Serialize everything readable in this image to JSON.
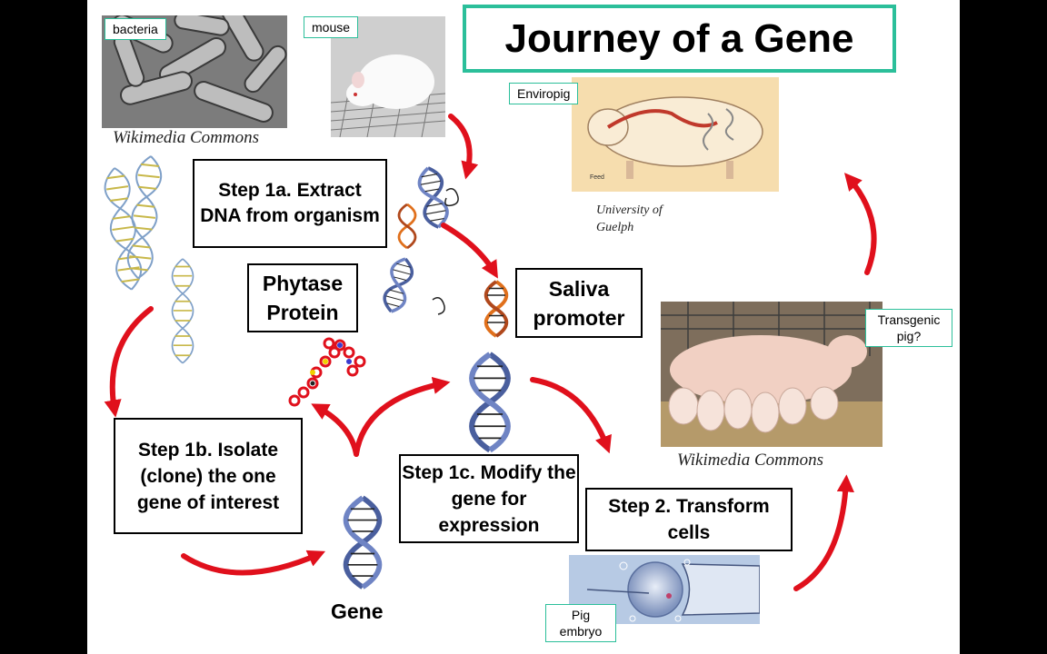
{
  "title": "Journey of a Gene",
  "labels": {
    "bacteria": "bacteria",
    "mouse": "mouse",
    "enviropig": "Enviropig",
    "transgenic_pig": "Transgenic pig?",
    "pig_embryo": "Pig embryo"
  },
  "captions": {
    "wikimedia_top": "Wikimedia Commons",
    "university": "University of Guelph",
    "wikimedia_pig": "Wikimedia Commons"
  },
  "boxes": {
    "step1a": "Step 1a. Extract DNA from organism",
    "phytase": "Phytase Protein",
    "saliva": "Saliva promoter",
    "step1b": "Step 1b. Isolate (clone) the one gene of interest",
    "step1c": "Step 1c. Modify the gene for expression",
    "step2": "Step 2. Transform cells"
  },
  "gene_label": "Gene",
  "colors": {
    "title_border": "#2bbf9a",
    "tag_border": "#2bbf9a",
    "arrow": "#e0101c",
    "dna_blue": "#4a5f9e",
    "dna_orange": "#e0701c"
  },
  "icons": [
    "dna-helix-icon",
    "curved-arrow-icon",
    "protein-chain-icon"
  ]
}
